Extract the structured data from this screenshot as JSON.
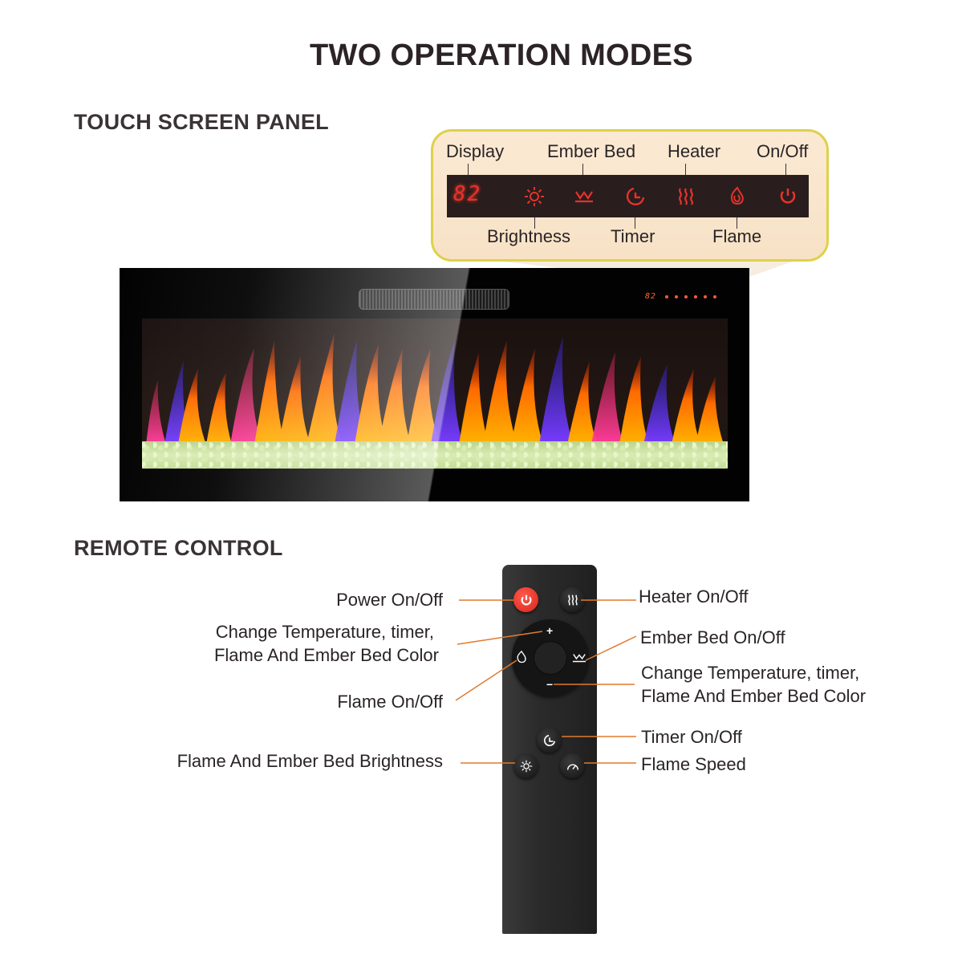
{
  "title": "TWO OPERATION MODES",
  "touch_panel": {
    "heading": "TOUCH SCREEN PANEL",
    "display_value": "82",
    "labels_top": [
      "Display",
      "Ember Bed",
      "Heater",
      "On/Off"
    ],
    "labels_bottom": [
      "Brightness",
      "Timer",
      "Flame"
    ],
    "icons": [
      "display-icon",
      "brightness-icon",
      "ember-bed-icon",
      "timer-icon",
      "heater-icon",
      "flame-icon",
      "power-icon"
    ],
    "icon_color": "#e6322a",
    "callout_border": "#ded14a"
  },
  "fireplace": {
    "mini_display": "82"
  },
  "remote": {
    "heading": "REMOTE CONTROL",
    "labels_left": {
      "power": "Power On/Off",
      "plus_line1": "Change Temperature, timer,",
      "plus_line2": "Flame And Ember Bed Color",
      "flame": "Flame On/Off",
      "brightness": "Flame And Ember Bed Brightness"
    },
    "labels_right": {
      "heater": "Heater On/Off",
      "ember": "Ember Bed On/Off",
      "minus_line1": "Change Temperature, timer,",
      "minus_line2": "Flame And Ember Bed Color",
      "timer": "Timer On/Off",
      "speed": "Flame Speed"
    },
    "dpad": {
      "plus": "+",
      "minus": "−"
    },
    "leader_color": "#e07a2e",
    "power_color": "#e0312a"
  }
}
